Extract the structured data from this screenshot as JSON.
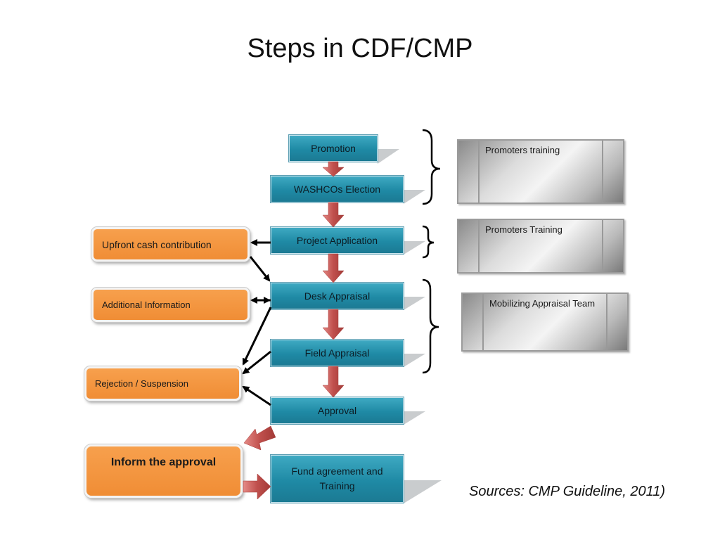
{
  "title": "Steps in CDF/CMP",
  "steps": [
    {
      "label": "Promotion"
    },
    {
      "label": "WASHCOs Election"
    },
    {
      "label": "Project Application"
    },
    {
      "label": "Desk Appraisal"
    },
    {
      "label": "Field Appraisal"
    },
    {
      "label": "Approval"
    },
    {
      "label": "Fund agreement and Training"
    }
  ],
  "side_outcomes": [
    {
      "label": "Upfront cash contribution"
    },
    {
      "label": "Additional Information"
    },
    {
      "label": "Rejection / Suspension"
    },
    {
      "label": "Inform the approval"
    }
  ],
  "support_activities": [
    {
      "label": "Promoters training"
    },
    {
      "label": "Promoters Training"
    },
    {
      "label": "Mobilizing Appraisal Team"
    }
  ],
  "source": "Sources: CMP Guideline, 2011)",
  "colors": {
    "step_fill": "#2596b2",
    "outcome_fill": "#f39440",
    "arrow_fill": "#c8504c",
    "support_fill": "#cfcfcf"
  }
}
